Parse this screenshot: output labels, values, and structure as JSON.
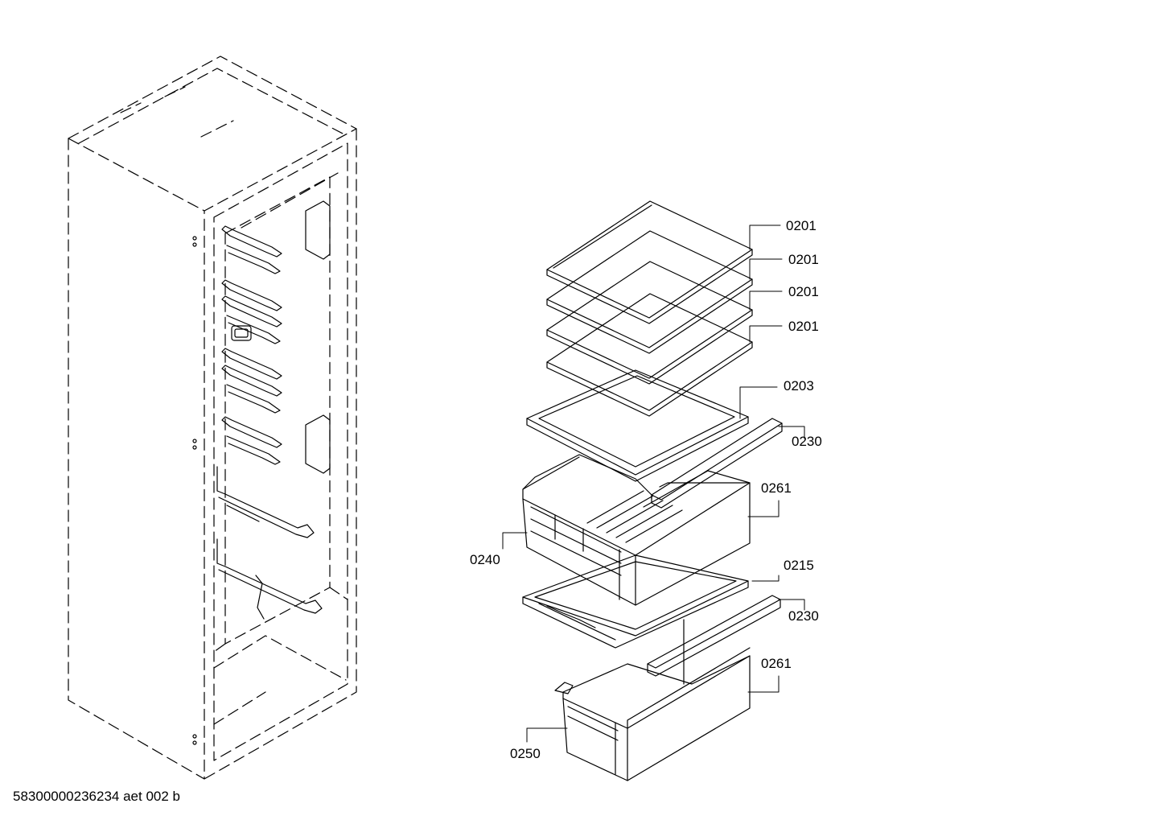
{
  "diagram": {
    "document_id": "58300000236234 aet 002 b",
    "part_labels": {
      "shelf_1": "0201",
      "shelf_2": "0201",
      "shelf_3": "0201",
      "shelf_4": "0201",
      "shelf_frame": "0203",
      "cover_strip_upper": "0230",
      "drawer_rail_upper": "0261",
      "drawer_upper": "0240",
      "crisper_cover": "0215",
      "cover_strip_lower": "0230",
      "drawer_rail_lower": "0261",
      "drawer_lower": "0250"
    }
  }
}
